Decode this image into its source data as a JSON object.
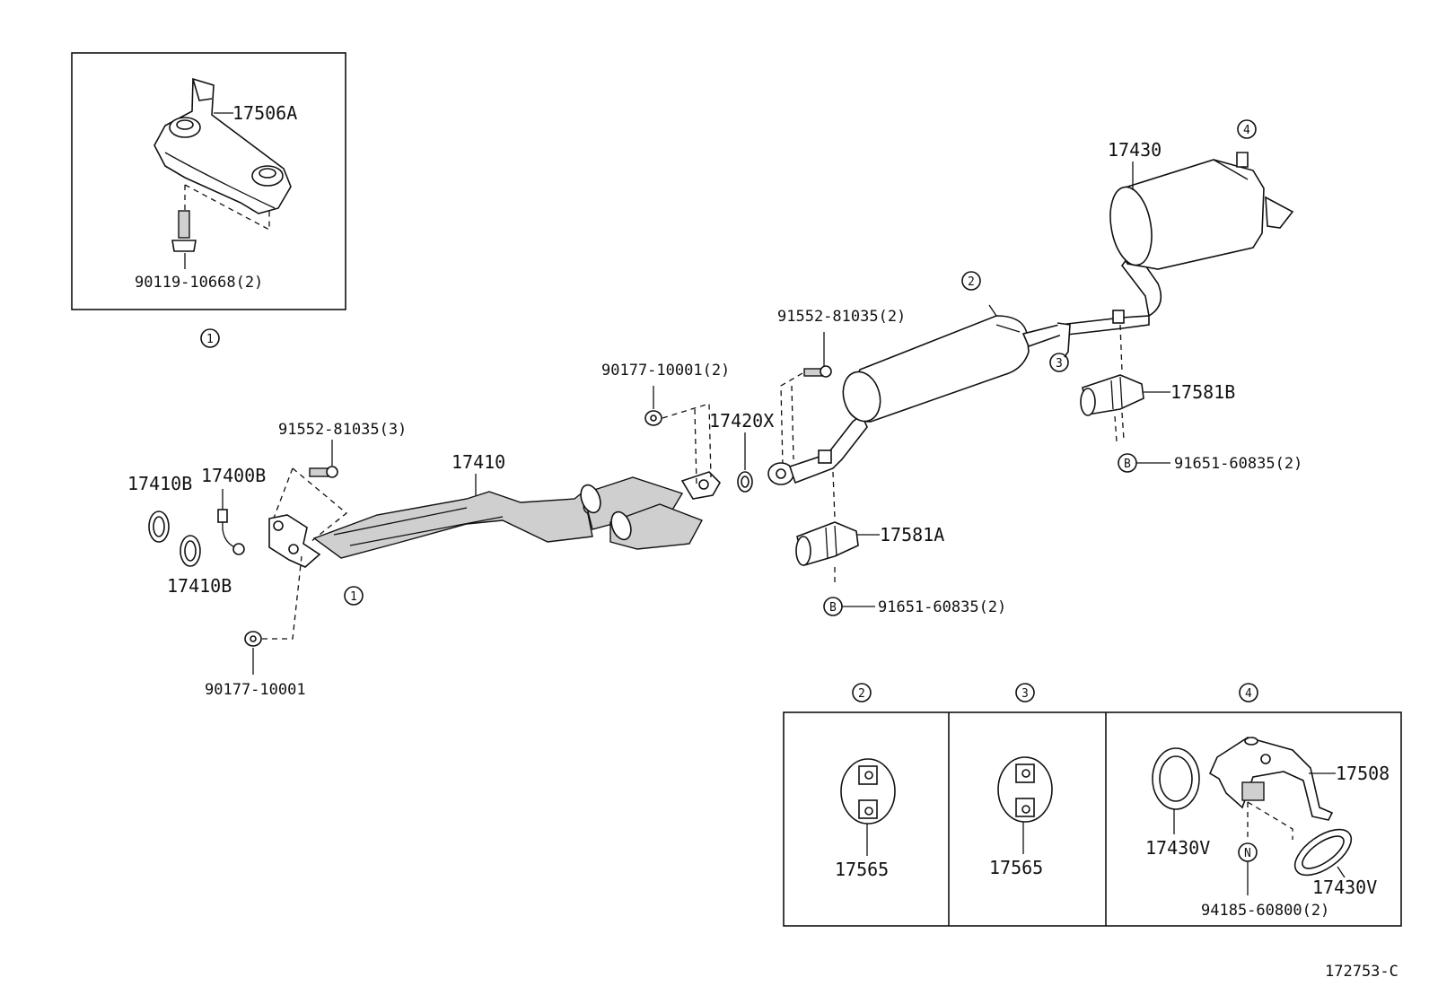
{
  "callouts": {
    "c1_inset": "1",
    "c1_pipe": "1",
    "c2_main": "2",
    "c3_main": "3",
    "c4_main": "4",
    "c2_box": "2",
    "c3_box": "3",
    "c4_box": "4",
    "b1": "B",
    "b2": "B",
    "n1": "N"
  },
  "labels": {
    "p17506A": "17506A",
    "p90119": "90119-10668(2)",
    "p17410B_1": "17410B",
    "p17400B": "17400B",
    "p17410B_2": "17410B",
    "p91552_3": "91552-81035(3)",
    "p17410": "17410",
    "p90177_1": "90177-10001",
    "p90177_2": "90177-10001(2)",
    "p17420X": "17420X",
    "p91552_2": "91552-81035(2)",
    "p17581A": "17581A",
    "p91651_1": "91651-60835(2)",
    "p17430": "17430",
    "p17581B": "17581B",
    "p91651_2": "91651-60835(2)",
    "p17565_a": "17565",
    "p17565_b": "17565",
    "p17508": "17508",
    "p17430V_1": "17430V",
    "p17430V_2": "17430V",
    "p94185": "94185-60800(2)",
    "diagram_id": "172753-C"
  }
}
